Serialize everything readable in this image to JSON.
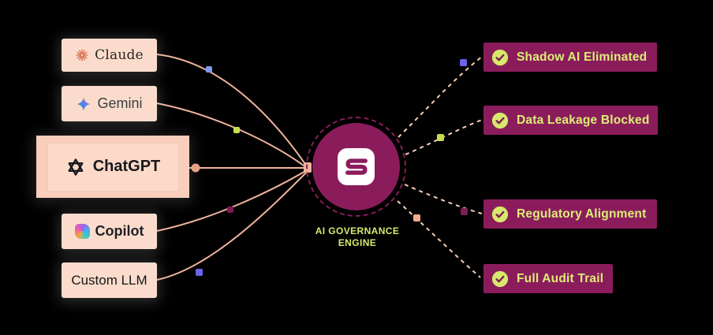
{
  "colors": {
    "background": "#000000",
    "card_peach": "#fbdccc",
    "chatgpt_band": "#f9ceba",
    "chatgpt_card": "#fcd9c8",
    "connector_solid": "#f0b49b",
    "connector_dashed": "#f5cdb8",
    "engine_magenta": "#8b1c5c",
    "pill_magenta": "#8b1c5c",
    "lime": "#d7e96b",
    "marker_blue": "#7d99f0",
    "marker_indigo": "#6c63e8",
    "marker_lime": "#c6dd51",
    "marker_magenta": "#7c1c55",
    "marker_peach": "#eda183",
    "claude_coral": "#d97757"
  },
  "sources": [
    {
      "label": "Claude",
      "icon": "claude-starburst-icon"
    },
    {
      "label": "Gemini",
      "icon": "gemini-star-icon"
    },
    {
      "label": "ChatGPT",
      "icon": "openai-logo-icon",
      "highlighted": true
    },
    {
      "label": "Copilot",
      "icon": "copilot-logo-icon"
    },
    {
      "label": "Custom LLM",
      "icon": "none"
    }
  ],
  "engine": {
    "logo": "s-logo",
    "label_line1": "AI GOVERNANCE",
    "label_line2": "ENGINE"
  },
  "outcomes": [
    {
      "label": "Shadow AI Eliminated",
      "icon": "check-circle-icon"
    },
    {
      "label": "Data Leakage Blocked",
      "icon": "check-circle-icon"
    },
    {
      "label": "Regulatory Alignment",
      "icon": "check-circle-icon"
    },
    {
      "label": "Full Audit Trail",
      "icon": "check-circle-icon"
    }
  ]
}
